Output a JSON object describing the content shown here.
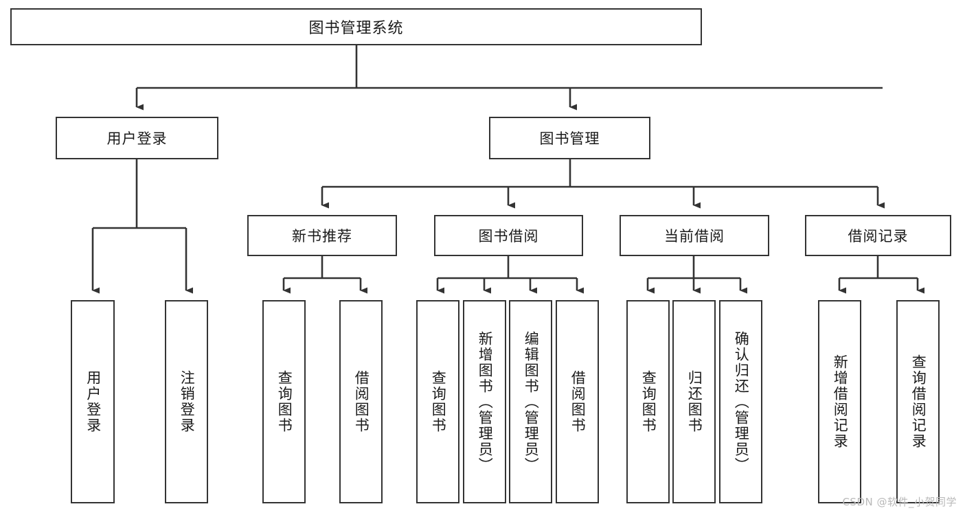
{
  "diagram": {
    "title_node": {
      "label": "图书管理系统"
    },
    "level2": [
      {
        "label": "用户登录"
      },
      {
        "label": "图书管理"
      }
    ],
    "level3": [
      {
        "label": "新书推荐"
      },
      {
        "label": "图书借阅"
      },
      {
        "label": "当前借阅"
      },
      {
        "label": "借阅记录"
      }
    ],
    "leaves": [
      {
        "label": "用户登录"
      },
      {
        "label": "注销登录"
      },
      {
        "label": "查询图书"
      },
      {
        "label": "借阅图书"
      },
      {
        "label": "查询图书"
      },
      {
        "label": "新增图书（管理员）"
      },
      {
        "label": "编辑图书（管理员）"
      },
      {
        "label": "借阅图书"
      },
      {
        "label": "查询图书"
      },
      {
        "label": "归还图书"
      },
      {
        "label": "确认归还（管理员）"
      },
      {
        "label": "新增借阅记录"
      },
      {
        "label": "查询借阅记录"
      }
    ]
  },
  "watermark": {
    "text": "CSDN @软件_小贺同学"
  },
  "colors": {
    "stroke": "#333333",
    "fill": "#ffffff",
    "text": "#1a1a1a",
    "watermark": "#b9b9b9"
  }
}
